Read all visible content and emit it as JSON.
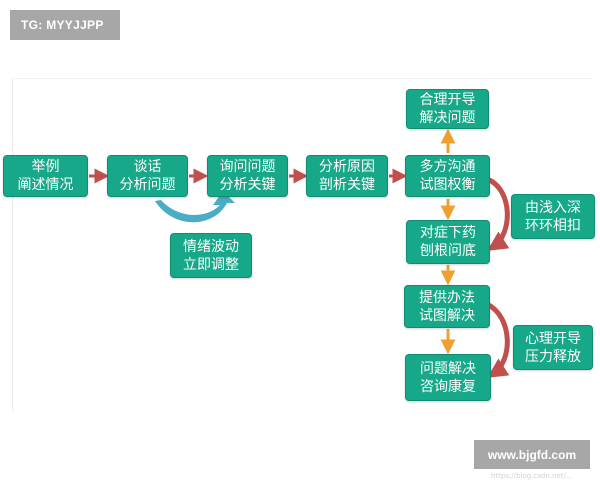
{
  "watermark_top": "TG: MYYJJPP",
  "watermark_bottom": "www.bjgfd.com",
  "faint_url": "https://blog.csdn.net/...",
  "nodes": {
    "n1": [
      "举例",
      "阐述情况"
    ],
    "n2": [
      "谈话",
      "分析问题"
    ],
    "n3": [
      "询问问题",
      "分析关键"
    ],
    "n4": [
      "分析原因",
      "剖析关键"
    ],
    "n5": [
      "多方沟通",
      "试图权衡"
    ],
    "n6": [
      "合理开导",
      "解决问题"
    ],
    "n7": [
      "对症下药",
      "刨根问底"
    ],
    "n8": [
      "提供办法",
      "试图解决"
    ],
    "n9": [
      "问题解决",
      "咨询康复"
    ],
    "emotion": [
      "情绪波动",
      "立即调整"
    ],
    "side1": [
      "由浅入深",
      "环环相扣"
    ],
    "side2": [
      "心理开导",
      "压力释放"
    ]
  },
  "colors": {
    "box_fill": "#17a889",
    "box_border": "#0f8c71",
    "arrow_red": "#c0504d",
    "arrow_orange": "#f0a030",
    "curve_blue": "#4bacc6"
  }
}
